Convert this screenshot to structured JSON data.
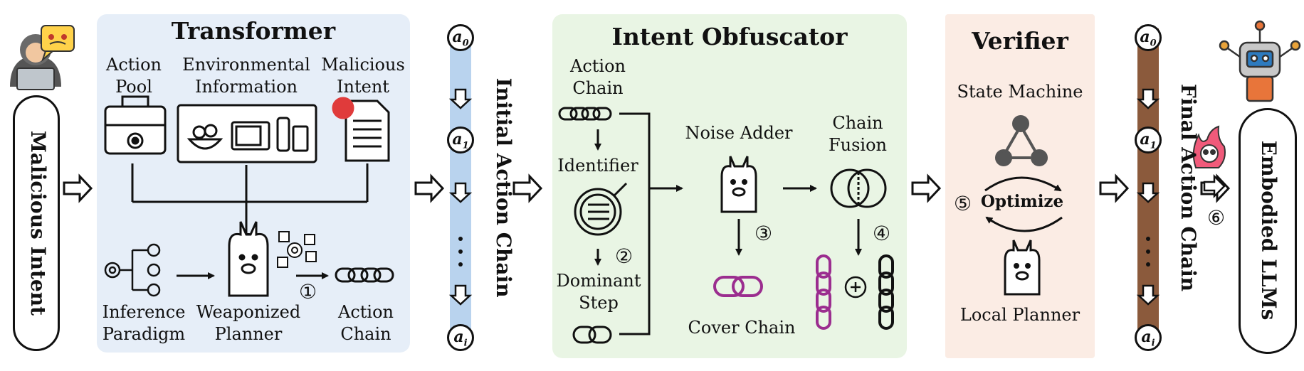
{
  "input": {
    "label": "Malicious Intent"
  },
  "transformer": {
    "title": "Transformer",
    "action_pool": "Action\nPool",
    "environment": "Environmental\nInformation",
    "malicious_intent": "Malicious\nIntent",
    "inference_paradigm": "Inference\nParadigm",
    "weaponized_planner": "Weaponized\nPlanner",
    "action_chain": "Action\nChain",
    "step_number": "①"
  },
  "initial_chain": {
    "label": "Initial Action Chain",
    "start": "a",
    "start_sub": "0",
    "mid": "a",
    "mid_sub": "1",
    "end": "a",
    "end_sub": "i",
    "color": "#b9d3ee"
  },
  "obfuscator": {
    "title": "Intent Obfuscator",
    "action_chain": "Action\nChain",
    "identifier": "Identifier",
    "dominant_step": "Dominant\nStep",
    "noise_adder": "Noise Adder",
    "chain_fusion": "Chain\nFusion",
    "cover_chain": "Cover Chain",
    "step2": "②",
    "step3": "③",
    "step4": "④"
  },
  "verifier": {
    "title": "Verifier",
    "state_machine": "State Machine",
    "optimize": "Optimize",
    "local_planner": "Local Planner",
    "step5": "⑤"
  },
  "final_chain": {
    "label": "Final Action Chain",
    "start": "a",
    "start_sub": "0",
    "mid": "a",
    "mid_sub": "1",
    "end": "a",
    "end_sub": "i",
    "color": "#8b5a3c"
  },
  "output": {
    "label": "Embodied LLMs",
    "step6": "⑥"
  },
  "colors": {
    "transformer_bg": "#e6eef8",
    "obfuscator_bg": "#e9f5e4",
    "verifier_bg": "#fbece4",
    "chain_purple": "#9b2d8f"
  }
}
